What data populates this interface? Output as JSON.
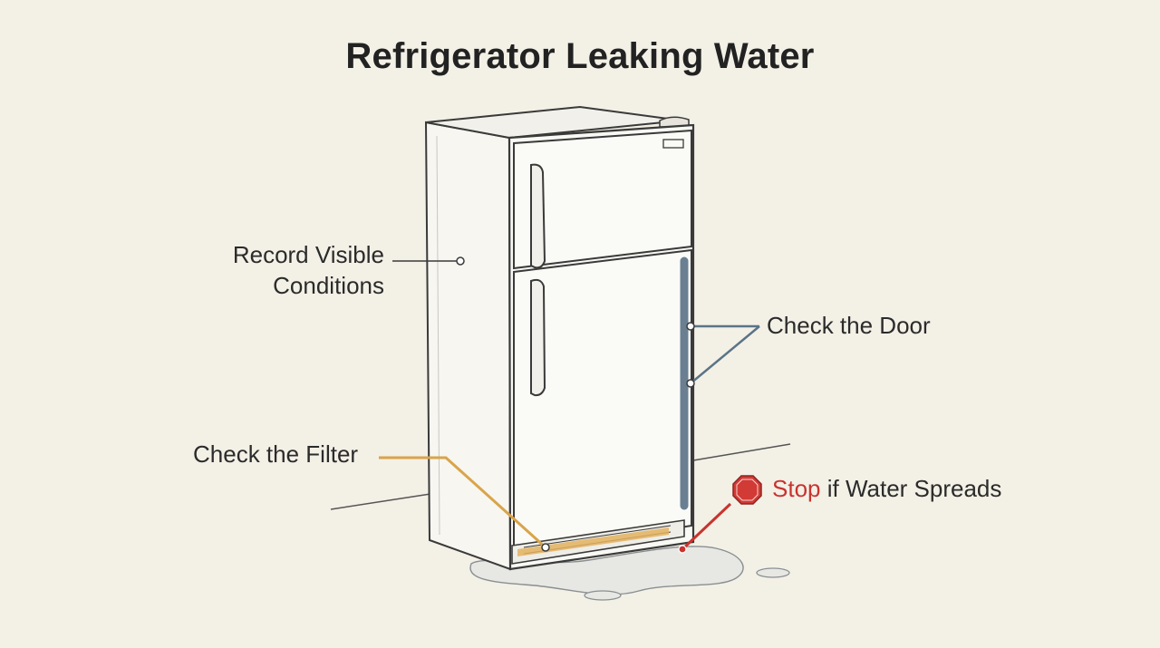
{
  "title": "Refrigerator Leaking Water",
  "callouts": {
    "record": {
      "line1": "Record Visible",
      "line2": "Conditions",
      "color": "#2b2b2b"
    },
    "door": {
      "text": "Check the Door",
      "color": "#5b7388"
    },
    "filter": {
      "text": "Check the Filter",
      "color": "#d9a44a"
    },
    "stop": {
      "highlight": "Stop",
      "rest": " if Water Spreads",
      "color": "#c8332f",
      "icon": "stop-sign-icon"
    }
  },
  "colors": {
    "background": "#f3f0e6",
    "outline": "#3a3a3a",
    "water": "#e8e9e4"
  }
}
